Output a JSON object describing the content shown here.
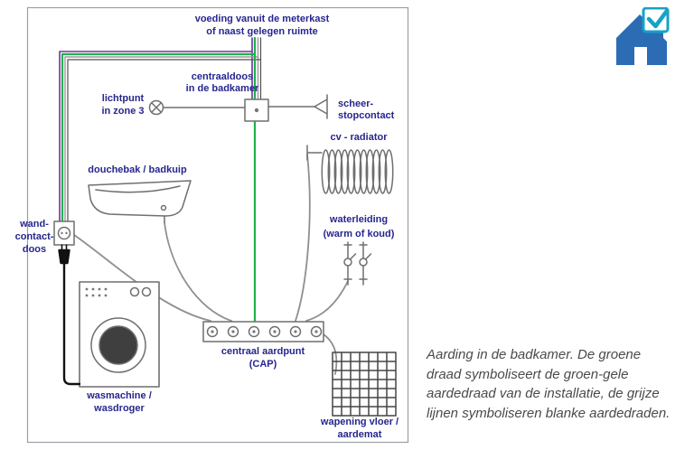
{
  "caption": {
    "color": "#4a4a4a",
    "lines": [
      "Aarding in de badkamer. De groene",
      "draad symboliseert de groen-gele",
      "aardedraad van de installatie, de grijze",
      "lijnen symboliseren blanke aardedraden."
    ]
  },
  "logo": {
    "house_color": "#2b6cb5",
    "check_color": "#14a3c7"
  },
  "diagram": {
    "border_color": "#9aa0a6",
    "colors": {
      "label_navy": "#26268f",
      "earth_green": "#1eb24b",
      "wire_purple": "#7030a0",
      "wire_gray": "#9a9a9a",
      "wire_dark": "#4f4f4f",
      "bare_earth_gray": "#8f8f8f",
      "fixture_gray": "#6f6f6f",
      "grid_dark": "#454545",
      "cord_black": "#111111",
      "door_dark": "#3f3f3f"
    },
    "labels": {
      "voeding": [
        "voeding vanuit de meterkast",
        "of naast gelegen ruimte"
      ],
      "centraaldoos": [
        "centraaldoos",
        "in de badkamer"
      ],
      "lichtpunt": [
        "lichtpunt",
        "in zone 3"
      ],
      "scheerstopcontact": [
        "scheer-",
        "stopcontact"
      ],
      "cv_radiator": "cv - radiator",
      "douchebak": "douchebak / badkuip",
      "waterleiding": [
        "waterleiding",
        "(warm of koud)"
      ],
      "wandcontactdoos": [
        "wand-",
        "contact-",
        "doos"
      ],
      "wasmachine": [
        "wasmachine /",
        "wasdroger"
      ],
      "centraal_aardpunt": [
        "centraal aardpunt",
        "(CAP)"
      ],
      "wapening": [
        "wapening vloer /",
        "aardemat"
      ]
    }
  }
}
